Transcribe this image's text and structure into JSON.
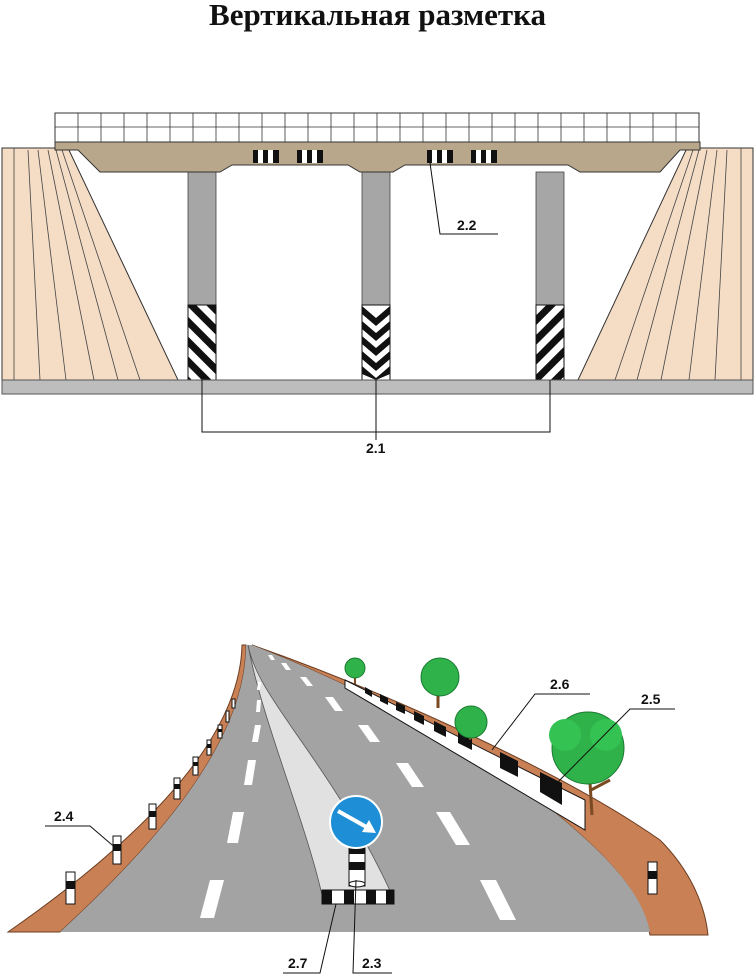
{
  "title": "Вертикальная разметка",
  "labels": {
    "bridge_span": "2.2",
    "bridge_pillars": "2.1",
    "road_posts": "2.4",
    "barrier_fence": "2.6",
    "barrier_right": "2.5",
    "island_curb": "2.7",
    "sign_post": "2.3"
  },
  "colors": {
    "embankment": "#f5dcc4",
    "bridge_deck": "#b8a78a",
    "pillar": "#a6a6a6",
    "road": "#a3a3a3",
    "roadside": "#c98054",
    "island": "#e1e1e1",
    "sign": "#1e8fd6",
    "tree": "#2fb24a"
  },
  "icons": [
    "keep-right-sign-icon",
    "tree-icon"
  ]
}
